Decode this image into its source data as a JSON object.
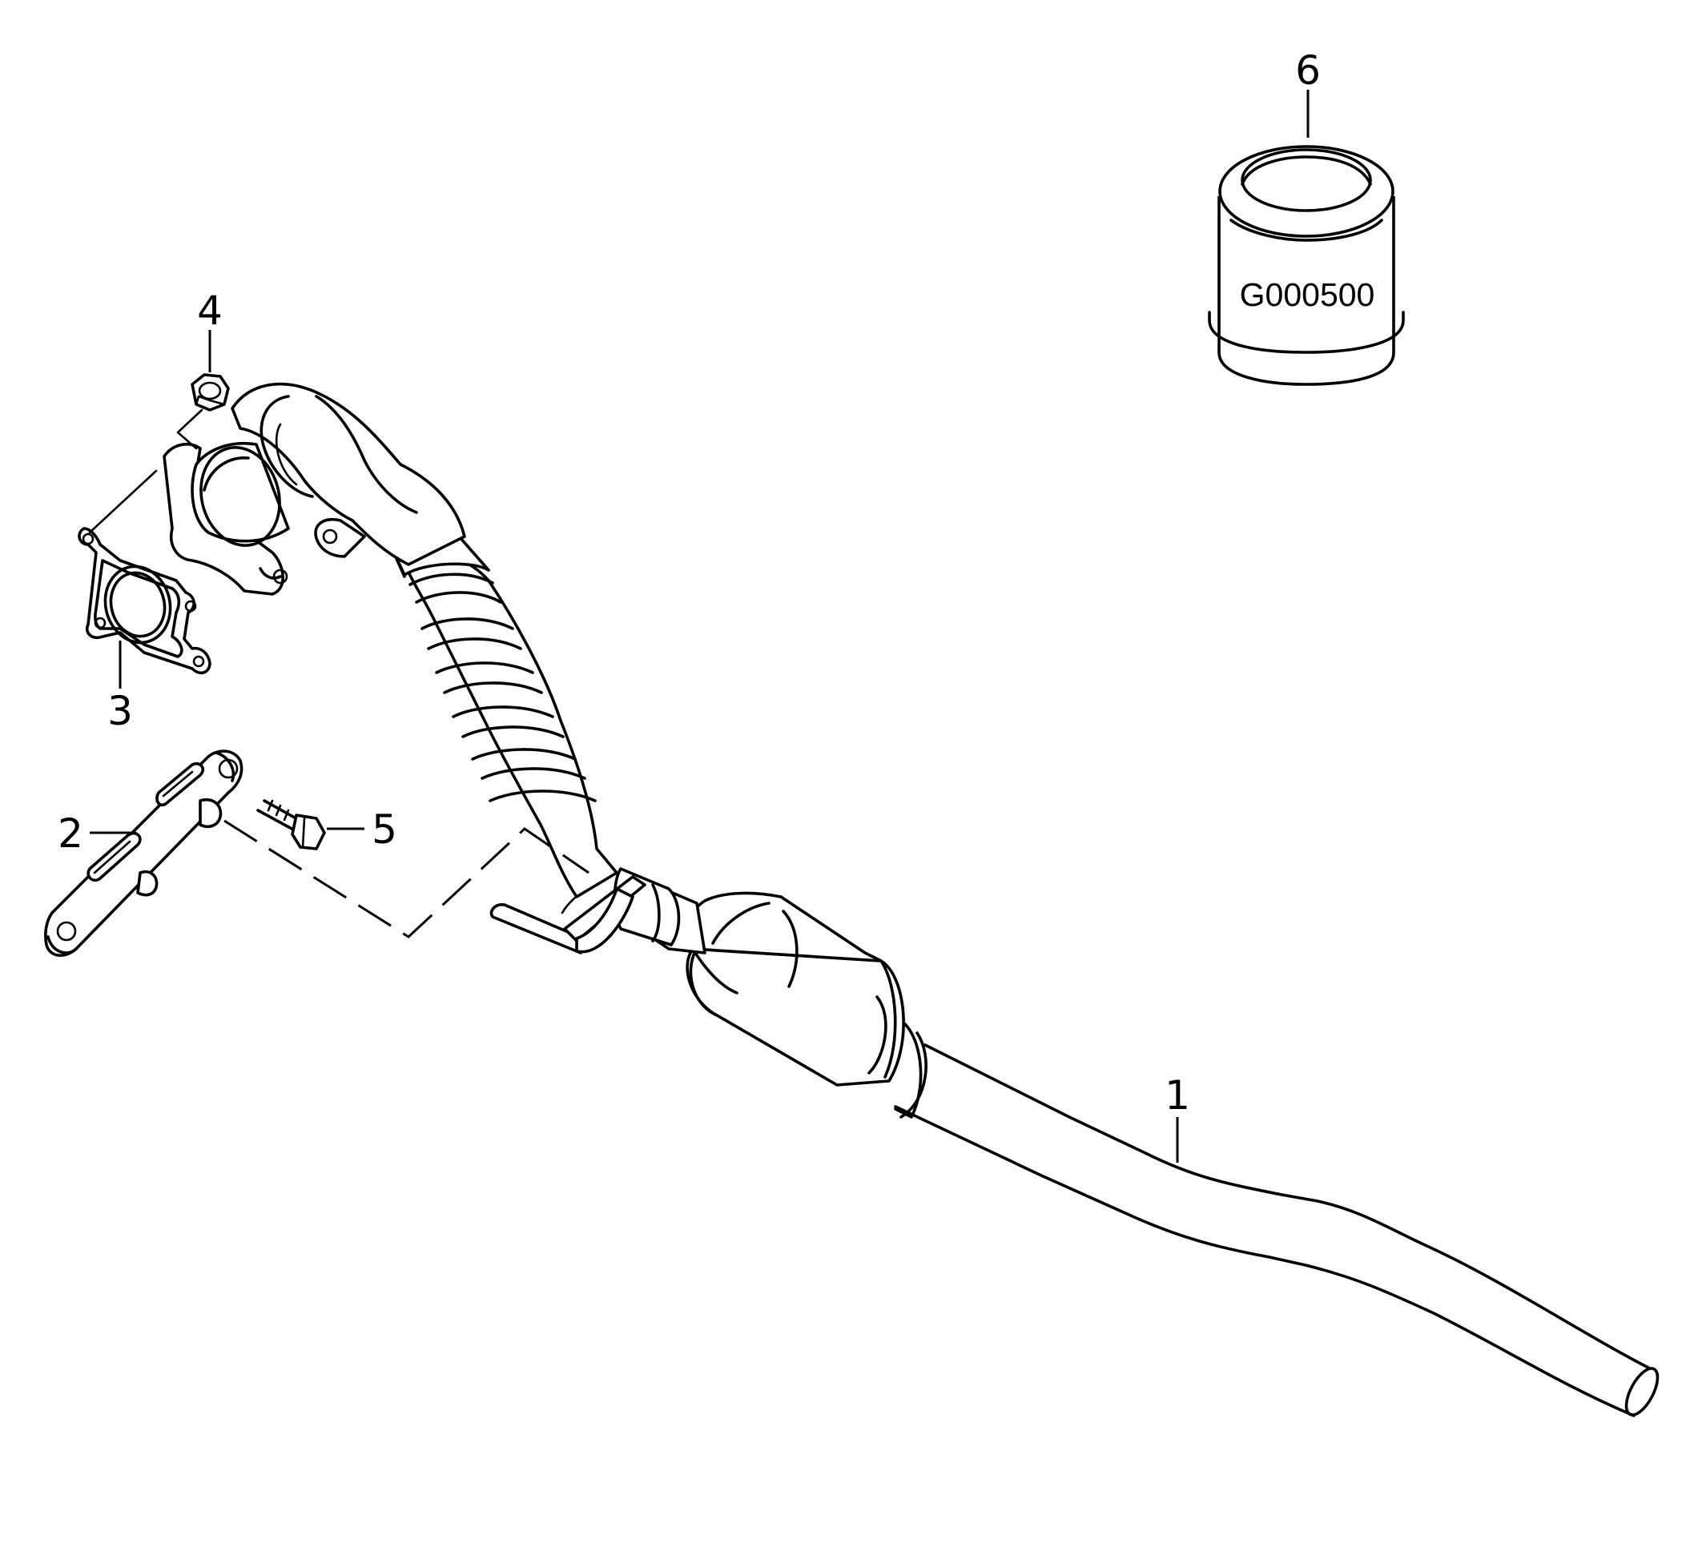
{
  "callouts": {
    "c1": "1",
    "c2": "2",
    "c3": "3",
    "c4": "4",
    "c5": "5",
    "c6": "6"
  },
  "label_code": "G000500"
}
